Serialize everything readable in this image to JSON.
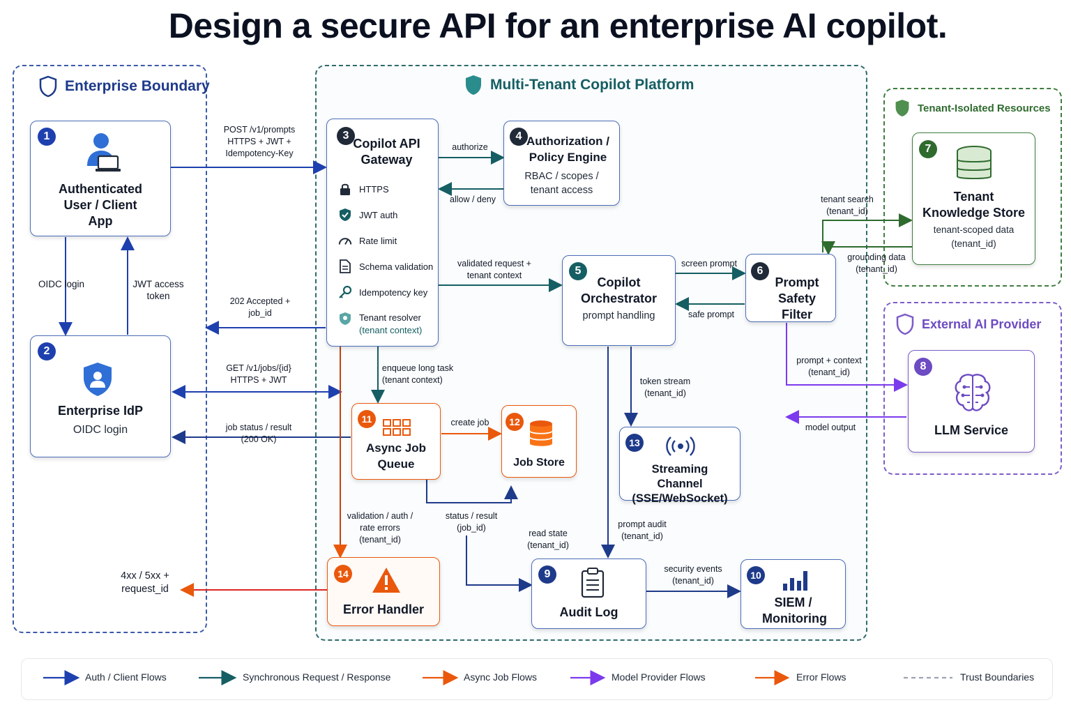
{
  "title": "Design a secure API for an enterprise AI copilot.",
  "zones": {
    "enterprise": {
      "label": "Enterprise Boundary",
      "icon": "shield-outline-icon"
    },
    "platform": {
      "label": "Multi-Tenant Copilot Platform",
      "icon": "shield-filled-icon"
    },
    "tenant": {
      "label": "Tenant-Isolated Resources",
      "icon": "shield-filled-icon"
    },
    "external": {
      "label": "External AI Provider",
      "icon": "shield-outline-icon"
    }
  },
  "nodes": {
    "user": {
      "num": "1",
      "title": "Authenticated User / Client App",
      "icon": "user-laptop-icon"
    },
    "idp": {
      "num": "2",
      "title": "Enterprise IdP",
      "sub": "OIDC login",
      "icon": "shield-user-icon"
    },
    "gateway": {
      "num": "3",
      "title": "Copilot API Gateway",
      "features": [
        {
          "label": "HTTPS",
          "icon": "lock-icon"
        },
        {
          "label": "JWT auth",
          "icon": "shield-check-icon"
        },
        {
          "label": "Rate limit",
          "icon": "gauge-icon"
        },
        {
          "label": "Schema validation",
          "icon": "document-icon"
        },
        {
          "label": "Idempotency key",
          "icon": "key-icon"
        },
        {
          "label": "Tenant resolver",
          "sub": "(tenant context)",
          "icon": "tenant-shield-icon"
        }
      ]
    },
    "authz": {
      "num": "4",
      "title": "Authorization / Policy Engine",
      "sub": "RBAC / scopes / tenant access"
    },
    "orchestrator": {
      "num": "5",
      "title": "Copilot Orchestrator",
      "sub": "prompt handling"
    },
    "safety": {
      "num": "6",
      "title": "Prompt Safety Filter"
    },
    "knowledge": {
      "num": "7",
      "title": "Tenant Knowledge Store",
      "sub": "tenant-scoped data (tenant_id)",
      "icon": "database-icon"
    },
    "llm": {
      "num": "8",
      "title": "LLM Service",
      "icon": "brain-icon"
    },
    "audit": {
      "num": "9",
      "title": "Audit Log",
      "icon": "clipboard-icon"
    },
    "siem": {
      "num": "10",
      "title": "SIEM / Monitoring",
      "icon": "bar-chart-icon"
    },
    "queue": {
      "num": "11",
      "title": "Async Job Queue",
      "icon": "queue-icon"
    },
    "jobstore": {
      "num": "12",
      "title": "Job Store",
      "icon": "database-icon"
    },
    "stream": {
      "num": "13",
      "title": "Streaming Channel (SSE/WebSocket)",
      "icon": "broadcast-icon"
    },
    "error": {
      "num": "14",
      "title": "Error Handler",
      "icon": "warning-icon"
    }
  },
  "edges": {
    "post_prompts": "POST /v1/prompts\nHTTPS + JWT +\nIdempotency-Key",
    "oidc_login": "OIDC login",
    "jwt_token": "JWT access\ntoken",
    "accepted": "202 Accepted +\njob_id",
    "get_jobs": "GET /v1/jobs/{id}\nHTTPS + JWT",
    "job_status": "job status / result\n(200 OK)",
    "error_out": "4xx / 5xx +\nrequest_id",
    "authorize": "authorize",
    "allow_deny": "allow / deny",
    "validated": "validated request +\ntenant context",
    "screen_prompt": "screen prompt",
    "safe_prompt": "safe prompt",
    "tenant_search": "tenant search\n(tenant_id)",
    "grounding": "grounding data\n(tenant_id)",
    "prompt_context": "prompt + context\n(tenant_id)",
    "model_output": "model output",
    "enqueue": "enqueue long task\n(tenant context)",
    "create_job": "create job",
    "token_stream": "token stream\n(tenant_id)",
    "validation_errors": "validation / auth /\nrate errors\n(tenant_id)",
    "status_result": "status / result\n(job_id)",
    "read_state": "read state\n(tenant_id)",
    "prompt_audit": "prompt audit\n(tenant_id)",
    "security_events": "security events\n(tenant_id)"
  },
  "legend": [
    {
      "label": "Auth / Client Flows",
      "color": "#1e40af"
    },
    {
      "label": "Synchronous Request / Response",
      "color": "#155e63"
    },
    {
      "label": "Async Job Flows",
      "color": "#ea580c"
    },
    {
      "label": "Model Provider Flows",
      "color": "#7c3aed"
    },
    {
      "label": "Error Flows",
      "color": "#ea580c"
    },
    {
      "label": "Trust Boundaries",
      "color": "#9ca3af"
    }
  ],
  "colors": {
    "auth": "#1e40af",
    "sync": "#155e63",
    "async": "#ea580c",
    "model": "#7c3aed",
    "tenant": "#2f6b2f",
    "boundary": "#3b5aa8"
  }
}
